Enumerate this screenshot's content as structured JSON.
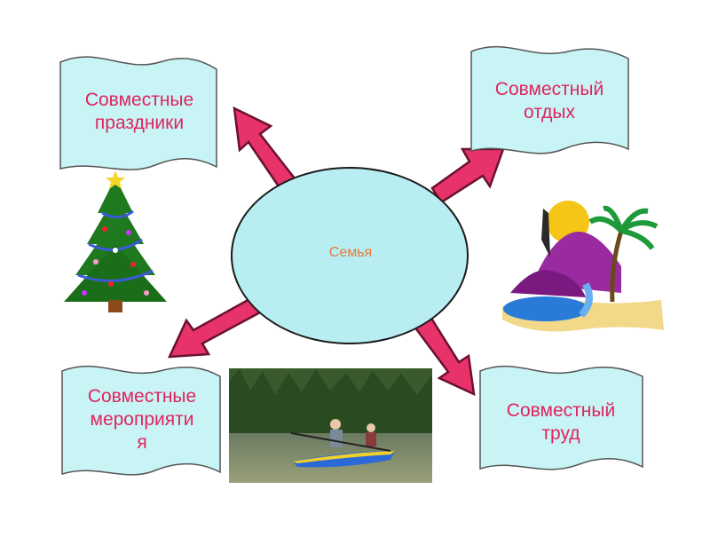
{
  "center": {
    "label": "Семья"
  },
  "banners": {
    "top_left": {
      "lines": [
        "Совместные",
        "праздники"
      ]
    },
    "top_right": {
      "lines": [
        "Совместный",
        "отдых"
      ]
    },
    "bottom_left": {
      "lines": [
        "Совместные",
        "мероприяти",
        "я"
      ]
    },
    "bottom_right": {
      "lines": [
        "Совместный",
        "труд"
      ]
    }
  },
  "colors": {
    "banner_fill": "#c8f4f6",
    "ellipse_fill": "#b8eef2",
    "arrow_fill": "#e8336a",
    "banner_text": "#e0245e",
    "center_text": "#e87a3a"
  },
  "pictures": {
    "top_left": "christmas-tree-icon",
    "top_right": "tropical-island-icon",
    "bottom_center": "kayak-photo"
  }
}
